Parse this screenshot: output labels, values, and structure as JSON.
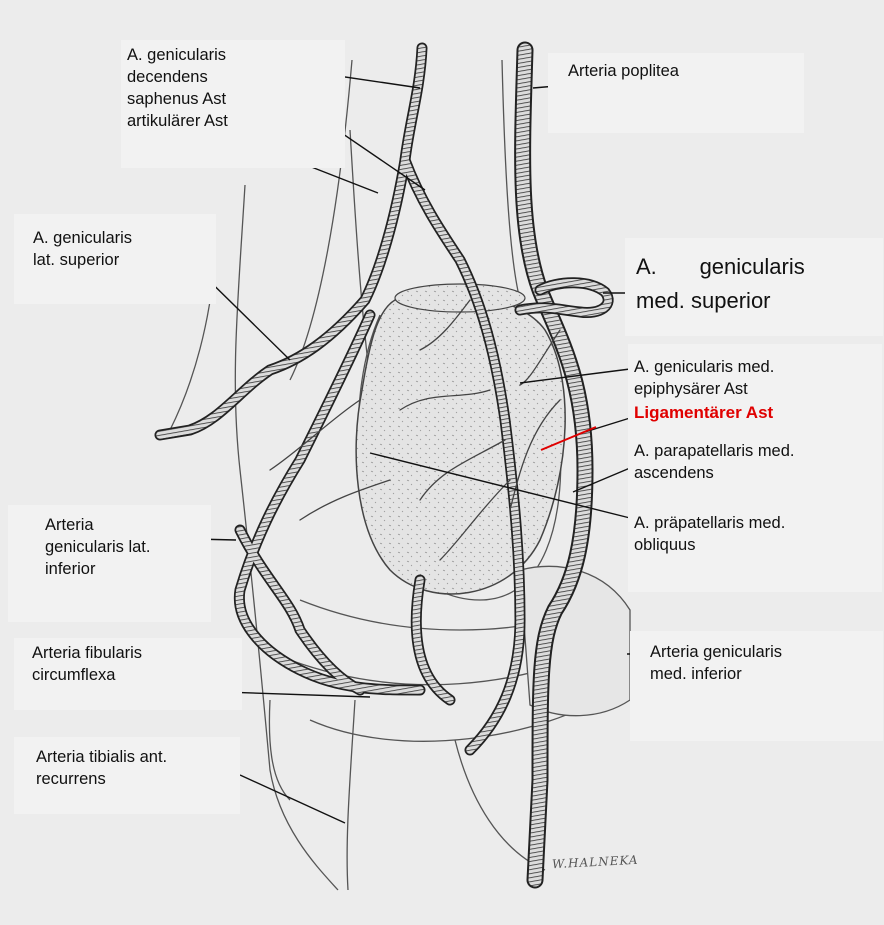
{
  "labels": {
    "descendens": [
      "A. genicularis",
      "decendens",
      "saphenus Ast",
      "artikulärer Ast"
    ],
    "poplitea": [
      "Arteria poplitea"
    ],
    "lat_superior": [
      "A. genicularis",
      "lat. superior"
    ],
    "med_superior": [
      "A.       genicularis",
      "med. superior"
    ],
    "epiphysaer": [
      "A. genicularis med.",
      "epiphysärer Ast"
    ],
    "ligamentaer": "Ligamentärer Ast",
    "parapatellaris": [
      "A. parapatellaris med.",
      "ascendens"
    ],
    "praepatellaris": [
      "A. präpatellaris med.",
      "obliquus"
    ],
    "lat_inferior": [
      "Arteria",
      "genicularis lat.",
      "inferior"
    ],
    "fibularis": [
      "Arteria fibularis",
      "circumflexa"
    ],
    "med_inferior": [
      "Arteria genicularis",
      "med. inferior"
    ],
    "tibialis": [
      "Arteria tibialis ant.",
      "recurrens"
    ]
  },
  "signature": "W.HALNEKA",
  "colors": {
    "highlight": "#e00000",
    "ink": "#2a2a2a",
    "background": "#ececec"
  }
}
